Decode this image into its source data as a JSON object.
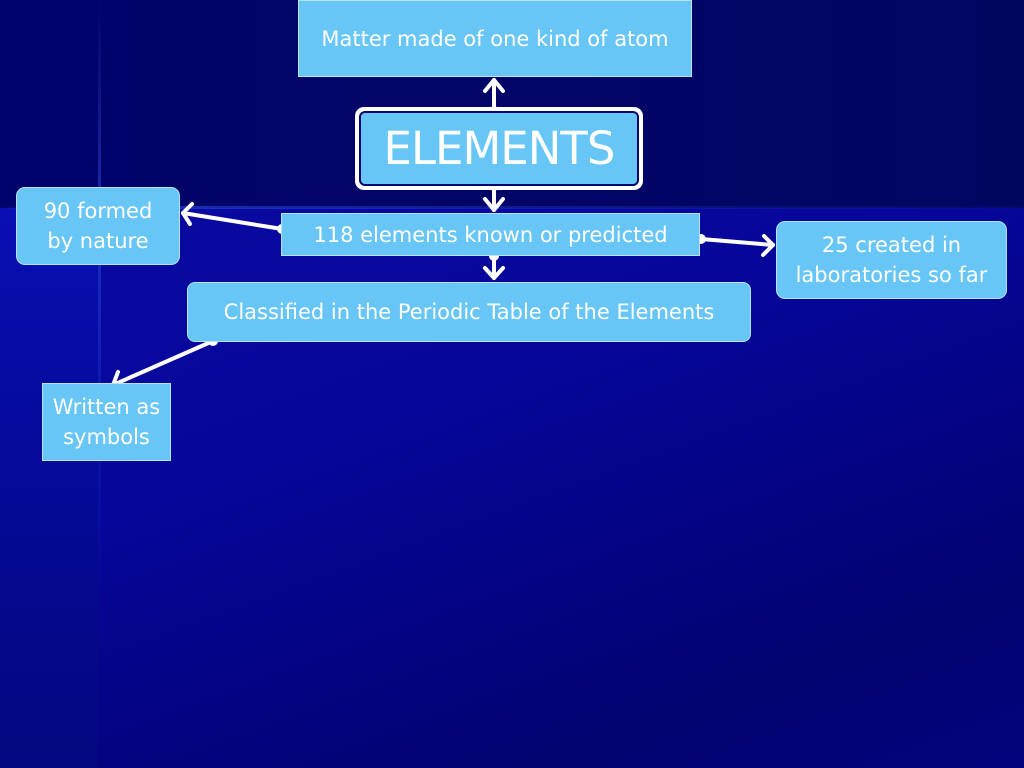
{
  "nodes": {
    "definition": "Matter made of one kind of atom",
    "center": "ELEMENTS",
    "known": "118 elements known or predicted",
    "nature": [
      "90 formed",
      "by nature"
    ],
    "lab": [
      "25 created in",
      "laboratories so far"
    ],
    "periodic": "Classified in the Periodic Table of the Elements",
    "symbols": [
      "Written as",
      "symbols"
    ]
  },
  "colors": {
    "node_fill": "#67c6f6",
    "node_text": "#ffffff",
    "connector": "#ffffff",
    "background": "#05066e"
  }
}
